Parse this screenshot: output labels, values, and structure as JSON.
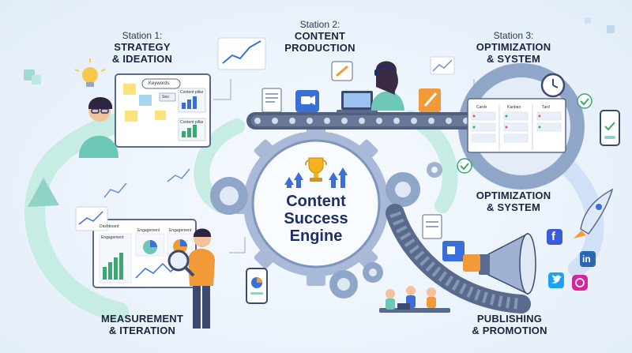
{
  "center": {
    "lines": [
      "Content",
      "Success",
      "Engine"
    ]
  },
  "stations": {
    "s1": {
      "station": "Station 1:",
      "lines": [
        "STRATEGY",
        "& IDEATION"
      ]
    },
    "s2": {
      "station": "Station 2:",
      "lines": [
        "CONTENT",
        "PRODUCTION"
      ]
    },
    "s3": {
      "station": "Station 3:",
      "lines": [
        "OPTIMIZATION",
        "& SYSTEM"
      ]
    }
  },
  "stages": {
    "optimization": {
      "lines": [
        "OPTIMIZATION",
        "& SYSTEM"
      ]
    },
    "publishing": {
      "lines": [
        "PUBLISHING",
        "& PROMOTION"
      ]
    },
    "measurement": {
      "lines": [
        "MEASUREMENT",
        "& ITERATION"
      ]
    }
  },
  "board": {
    "keywords": "Keywords",
    "seo": "Seo",
    "pillar1": "Content pillar",
    "pillar2": "Content pillar"
  },
  "kanban": {
    "cols": [
      "Cards",
      "Kanban",
      "Tard"
    ]
  },
  "dashboard": {
    "title": "Dashboard",
    "c1": "Engagement",
    "c2": "Engagement",
    "c3": "Engagement"
  },
  "social": {
    "facebook": "f",
    "linkedin": "in"
  },
  "colors": {
    "mint": "#bfe8df",
    "gear": "#8fa6c9",
    "navy": "#1f2f66",
    "orange": "#f5a623",
    "accent_blue": "#3a6fd8"
  }
}
